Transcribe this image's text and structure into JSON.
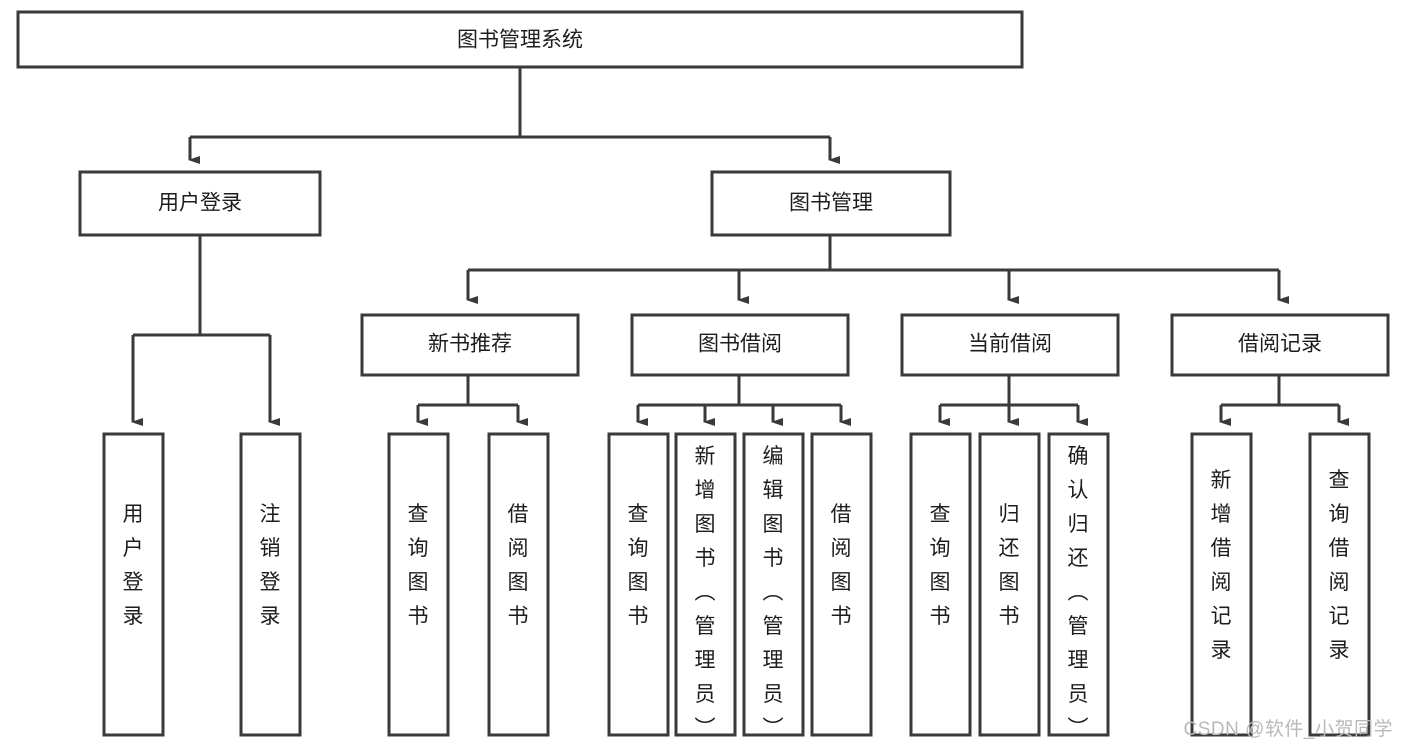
{
  "diagram": {
    "title": "图书管理系统",
    "type": "tree",
    "watermark": "CSDN @软件_小贺同学",
    "colors": {
      "stroke": "#3a3a3a",
      "fill": "#ffffff",
      "text": "#1d1d1d",
      "watermark": "#b9b9b9",
      "background": "#ffffff"
    },
    "levels": {
      "root": {
        "label": "图书管理系统"
      },
      "level2": [
        {
          "id": "user-login",
          "label": "用户登录"
        },
        {
          "id": "book-management",
          "label": "图书管理"
        }
      ],
      "level3": [
        {
          "id": "new-book-recommend",
          "label": "新书推荐",
          "parent": "book-management"
        },
        {
          "id": "book-borrow",
          "label": "图书借阅",
          "parent": "book-management"
        },
        {
          "id": "current-borrow",
          "label": "当前借阅",
          "parent": "book-management"
        },
        {
          "id": "borrow-record",
          "label": "借阅记录",
          "parent": "book-management"
        }
      ],
      "leaves": [
        {
          "id": "leaf-user-login",
          "label": "用户登录",
          "parent": "user-login"
        },
        {
          "id": "leaf-logout-login",
          "label": "注销登录",
          "parent": "user-login"
        },
        {
          "id": "leaf-query-book-1",
          "label": "查询图书",
          "parent": "new-book-recommend"
        },
        {
          "id": "leaf-borrow-book-1",
          "label": "借阅图书",
          "parent": "new-book-recommend"
        },
        {
          "id": "leaf-query-book-2",
          "label": "查询图书",
          "parent": "book-borrow"
        },
        {
          "id": "leaf-add-book",
          "label": "新增图书（管理员）",
          "parent": "book-borrow"
        },
        {
          "id": "leaf-edit-book",
          "label": "编辑图书（管理员）",
          "parent": "book-borrow"
        },
        {
          "id": "leaf-borrow-book-2",
          "label": "借阅图书",
          "parent": "book-borrow"
        },
        {
          "id": "leaf-query-book-3",
          "label": "查询图书",
          "parent": "current-borrow"
        },
        {
          "id": "leaf-return-book",
          "label": "归还图书",
          "parent": "current-borrow"
        },
        {
          "id": "leaf-confirm-return",
          "label": "确认归还（管理员）",
          "parent": "current-borrow"
        },
        {
          "id": "leaf-add-record",
          "label": "新增借阅记录",
          "parent": "borrow-record"
        },
        {
          "id": "leaf-query-record",
          "label": "查询借阅记录",
          "parent": "borrow-record"
        }
      ]
    }
  }
}
